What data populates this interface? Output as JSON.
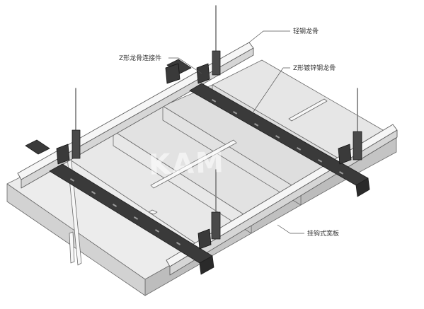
{
  "labels": {
    "light_steel_keel": "轻钢龙骨",
    "z_connector": "Z形龙骨连接件",
    "z_galvanized_keel": "Z形镀锌钢龙骨",
    "hook_wide_panel": "挂钩式宽板"
  },
  "watermark": "KAM",
  "colors": {
    "panel_top": "#dedede",
    "panel_light": "#eeeeee",
    "panel_side": "#c8c8c8",
    "panel_dark": "#b6b6b6",
    "z_keel": "#3a3a3a",
    "z_keel_edge": "#1e1e1e",
    "light_keel": "#f4f4f4",
    "outline": "#6a6a6a",
    "leader": "#555555"
  }
}
